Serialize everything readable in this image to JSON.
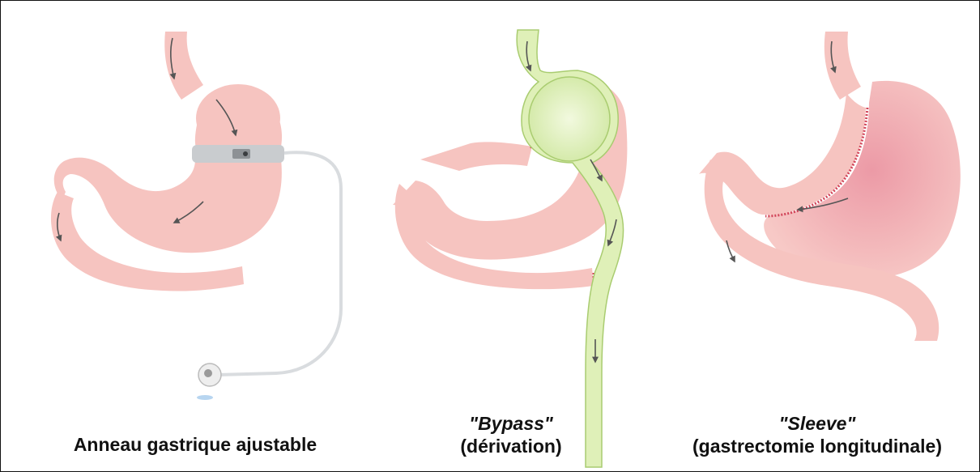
{
  "figure": {
    "panels": [
      {
        "id": "adjustable-gastric-band",
        "caption": "Anneau gastrique ajustable"
      },
      {
        "id": "gastric-bypass",
        "caption_quoted": "\"Bypass\"",
        "caption_sub": "(dérivation)"
      },
      {
        "id": "sleeve-gastrectomy",
        "caption_quoted": "\"Sleeve\"",
        "caption_sub": "(gastrectomie longitudinale)"
      }
    ]
  },
  "colors": {
    "stomach_fill": "#f6c4c0",
    "stomach_dark": "#e99c9a",
    "staple_line": "#d2465a",
    "bypass_pouch": "#dff0b8",
    "bypass_outline": "#a9cc70",
    "band": "#c9cccf",
    "arrow": "#555555",
    "border": "#111111"
  }
}
